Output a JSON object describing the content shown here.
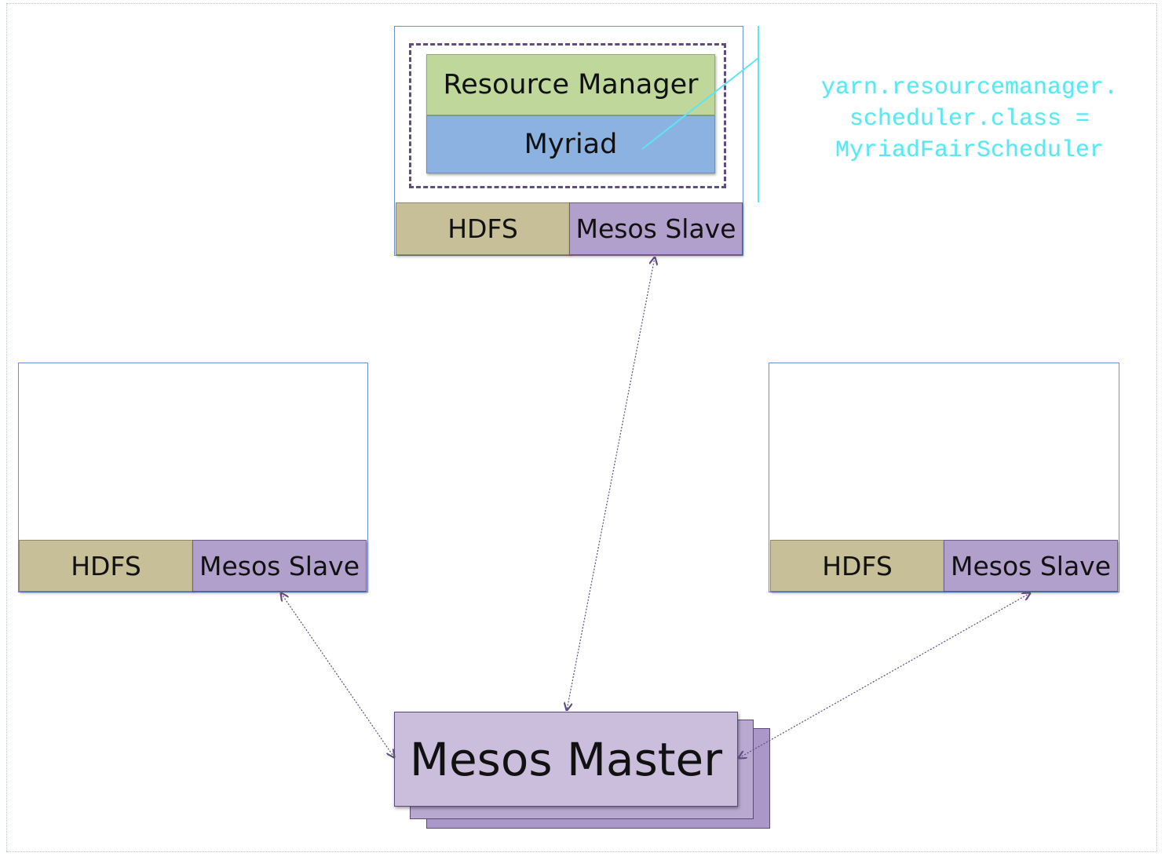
{
  "colors": {
    "hdfs": "#c6bf98",
    "mesos_slave": "#b2a0cc",
    "resource_manager": "#c0d79b",
    "myriad": "#8cb2e2",
    "mesos_master": "#cbbedd",
    "config_text": "#5ce6f0",
    "connector": "#5e4d7e"
  },
  "top_node": {
    "resource_manager": "Resource Manager",
    "myriad": "Myriad",
    "hdfs": "HDFS",
    "mesos_slave": "Mesos Slave"
  },
  "left_node": {
    "hdfs": "HDFS",
    "mesos_slave": "Mesos Slave"
  },
  "right_node": {
    "hdfs": "HDFS",
    "mesos_slave": "Mesos Slave"
  },
  "config": {
    "line1": "yarn.resourcemanager.",
    "line2": "scheduler.class =",
    "line3": "MyriadFairScheduler"
  },
  "mesos_master": "Mesos Master"
}
